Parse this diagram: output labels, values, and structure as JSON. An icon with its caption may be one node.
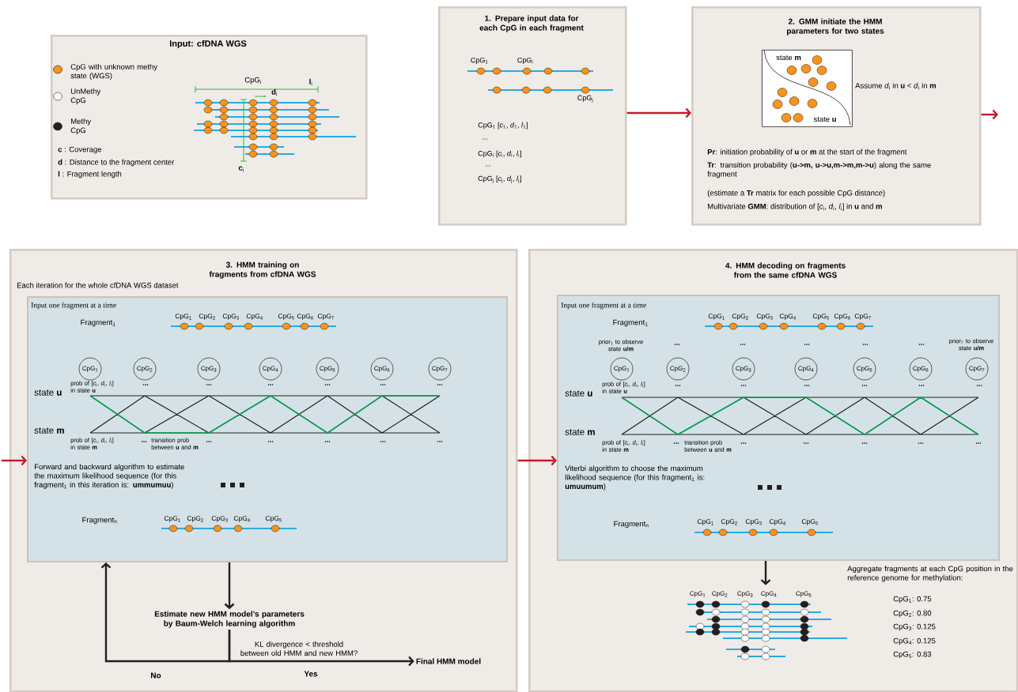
{
  "diagram": {
    "nodes": [
      {
        "text": [
          "Input: cfDNA WGS"
        ]
      },
      {
        "text": [
          "1. Prepare input data for each CpG in each fragment"
        ]
      },
      {
        "text": [
          "2. GMM initiate the HMM parameters for two states"
        ]
      },
      {
        "text": [
          "state **m**",
          "state **u**"
        ],
        "in": 2
      },
      {
        "text": [
          "3. HMM training on fragments from cfDNA WGS",
          "Each iteration for the whole cfDNA WGS dataset"
        ]
      },
      {
        "text": [
          "Input one fragment at a time"
        ],
        "in": 4
      },
      {
        "text": [
          "CpG$_{1}$"
        ],
        "in": 5
      },
      {
        "text": [
          "CpG$_{2}$"
        ],
        "in": 5
      },
      {
        "text": [
          "CpG$_{3}$"
        ],
        "in": 5
      },
      {
        "text": [
          "CpG$_{4}$"
        ],
        "in": 5
      },
      {
        "text": [
          "CpG$_{5}$"
        ],
        "in": 5
      },
      {
        "text": [
          "CpG$_{6}$"
        ],
        "in": 5
      },
      {
        "text": [
          "CpG$_{7}$"
        ],
        "in": 5
      },
      {
        "text": [
          "Estimate new HMM model’s parameters by Baum-Welch learning algorithm"
        ],
        "in": 4
      },
      {
        "text": [
          "Final HMM model"
        ],
        "in": 4
      },
      {
        "text": [
          "4. HMM decoding on fragments from the same cfDNA WGS"
        ]
      },
      {
        "text": [
          "Input one fragment at a time"
        ],
        "in": 15
      },
      {
        "text": [
          "CpG$_{1}$"
        ],
        "in": 16
      },
      {
        "text": [
          "CpG$_{2}$"
        ],
        "in": 16
      },
      {
        "text": [
          "CpG$_{3}$"
        ],
        "in": 16
      },
      {
        "text": [
          "CpG$_{4}$"
        ],
        "in": 16
      },
      {
        "text": [
          "CpG$_{5}$"
        ],
        "in": 16
      },
      {
        "text": [
          "CpG$_{6}$"
        ],
        "in": 16
      },
      {
        "text": [
          "CpG$_{7}$"
        ],
        "in": 16
      },
      {
        "text": [],
        "shape": "picture",
        "in": 15
      }
    ],
    "edges": [
      {
        "from": 1,
        "to": 2,
        "arrow": "to",
        "color": "#be1e2d"
      },
      {
        "from": 2,
        "to": null,
        "arrow": "to",
        "color": "#be1e2d"
      },
      {
        "from": null,
        "to": 5,
        "arrow": "to",
        "color": "#be1e2d"
      },
      {
        "from": 4,
        "to": 16,
        "arrow": "to",
        "color": "#be1e2d"
      },
      {
        "from": 5,
        "to": 13,
        "arrow": "to",
        "color": "#231f20"
      },
      {
        "from": 13,
        "to": 14,
        "arrow": "to",
        "label": "Yes",
        "color": "#231f20"
      },
      {
        "from": 13,
        "to": 5,
        "arrow": "to",
        "label": "No",
        "color": "#231f20"
      },
      {
        "from": 16,
        "to": 24,
        "arrow": "to",
        "color": "#231f20"
      }
    ],
    "labels": [
      "**c** : Coverage",
      "**d** : Distance to the fragment center",
      "**l** : Fragment length",
      "CpG$_{i}$",
      "**l**$_{i}$",
      "**d**$_{i}$",
      "**c**$_{i}$",
      "CpG$_{1}$",
      "CpG$_{i}$",
      "CpG$_{j}$",
      "CpG$_{1}$ [*c*$_{1}$, *d*$_{1}$, *l*$_{1}$]",
      "...",
      "CpG$_{i}$ [*c*$_{i}$, *d*$_{i}$, *l*$_{i}$]",
      "...",
      "CpG$_{j}$ [*c*$_{j}$, *d*$_{j}$, *l*$_{j}$]",
      "Assume *d*$_{i}$ in **u** < *d*$_{i}$ in **m**",
      "**Pr**: initiation probability of **u** or **m** at the start of the fragment",
      "**Tr**: transition probability (**u->m, u->u,m->m,m->u**) along the same fragment",
      "(estimate a **Tr** matrix for each possible CpG distance)",
      "Multivariate **GMM**: distribution of [*c*$_{i}$, *d*$_{i}$, *l*$_{i}$] in **u** and **m**",
      "Fragment$_{1}$",
      "CpG$_{1}$",
      "CpG$_{2}$",
      "CpG$_{3}$",
      "CpG$_{4}$",
      "CpG$_{5}$",
      "CpG$_{6}$",
      "CpG$_{7}$",
      "prob of [*c*$_{i}$, *d*$_{i}$, *l*$_{i}$] in state **u**",
      "state **u**",
      "...",
      "...",
      "...",
      "...",
      "...",
      "...",
      "state **m**",
      "prob of [*c*$_{i}$, *d*$_{i}$, *l*$_{i}$] in state **m**",
      "...",
      "...",
      "...",
      "...",
      "...",
      "...",
      "transition prob between **u** and **m**",
      "Forward and backward algorithm to estimate the maximum likelihood sequence (for this fragment$_{1}$ in this iteration is: **ummumuu**)",
      "Fragment$_{n}$",
      "CpG$_{1}$",
      "CpG$_{2}$",
      "CpG$_{3}$",
      "CpG$_{4}$",
      "CpG$_{5}$",
      "KL divergence < threshold between old HMM and new HMM?",
      "Fragment$_{1}$",
      "CpG$_{1}$",
      "CpG$_{2}$",
      "CpG$_{3}$",
      "CpG$_{4}$",
      "CpG$_{5}$",
      "CpG$_{6}$",
      "CpG$_{7}$",
      "prior$_{1}$ to observe state **u/m**",
      "...",
      "...",
      "...",
      "...",
      "...",
      "prior$_{7}$ to observe state **u/m**",
      "prob of [*c*$_{i}$, *d*$_{i}$, *l*$_{i}$] in state **u**",
      "state **u**",
      "...",
      "...",
      "...",
      "...",
      "...",
      "...",
      "state **m**",
      "prob of [*c*$_{i}$, *d*$_{i}$, *l*$_{i}$] in state **m**",
      "...",
      "...",
      "...",
      "...",
      "...",
      "...",
      "transition prob between **u** and **m**",
      "Viterbi algorithm to choose the maximum likelihood sequence (for this fragment$_{1}$ is: **umuumum**)",
      "Fragment$_{n}$",
      "CpG$_{1}$",
      "CpG$_{2}$",
      "CpG$_{3}$",
      "CpG$_{4}$",
      "CpG$_{5}$",
      "Aggregate fragments at each CpG position in the reference genome for methylation:",
      "CpG$_{1}$: 0.75",
      "CpG$_{2}$: 0.80",
      "CpG$_{3}$: 0.125",
      "CpG$_{4}$: 0.125",
      "CpG$_{5}$: 0.83",
      "CpG$_{1}$",
      "CpG$_{2}$",
      "CpG$_{3}$",
      "CpG$_{4}$",
      "CpG$_{5}$"
    ],
    "legend": [
      {
        "text": "CpG with unknown methy state (WGS)",
        "color": "#f7941d"
      },
      {
        "text": "UnMethy CpG",
        "color": "#ffffff"
      },
      {
        "text": "Methy CpG",
        "color": "#231f20"
      }
    ]
  }
}
